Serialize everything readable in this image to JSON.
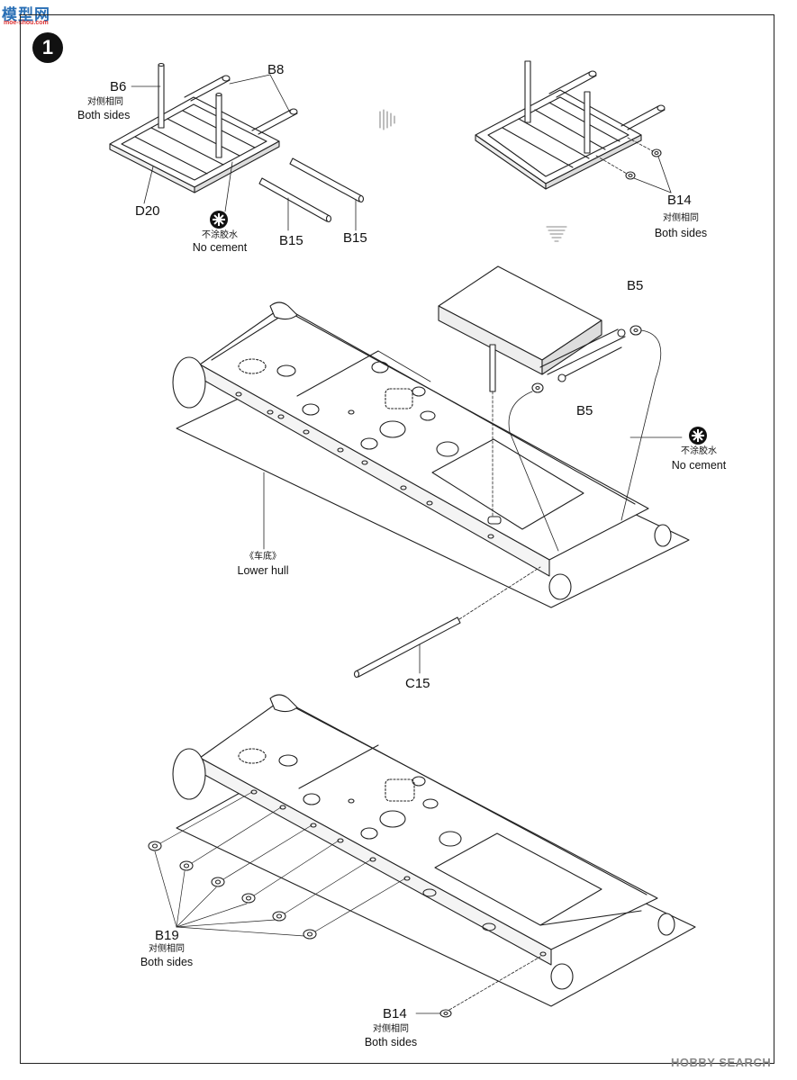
{
  "logo": {
    "text": "模型网",
    "subtext": "moe-shou.com"
  },
  "step": "1",
  "watermark": "HOBBY SEARCH",
  "labels": {
    "b6": "B6",
    "b8": "B8",
    "d20": "D20",
    "b15_a": "B15",
    "b15_b": "B15",
    "b14_top": "B14",
    "b5_top": "B5",
    "b5_mid": "B5",
    "c15": "C15",
    "b19": "B19",
    "b14_bottom": "B14"
  },
  "notes": {
    "both_sides_cn": "对侧相同",
    "both_sides_en": "Both sides",
    "no_cement_cn": "不涂胶水",
    "no_cement_en": "No cement",
    "lower_hull_cn": "《车底》",
    "lower_hull_en": "Lower hull"
  }
}
